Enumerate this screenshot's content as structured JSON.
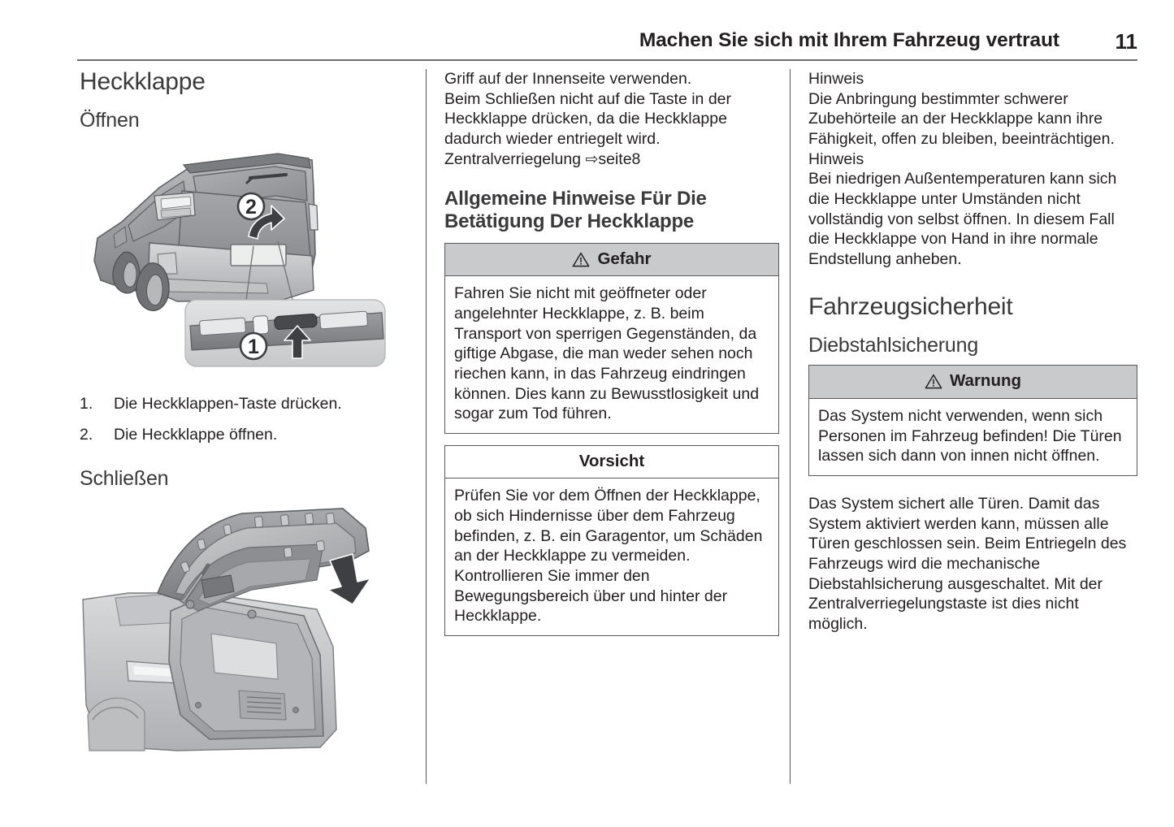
{
  "header": {
    "title": "Machen Sie sich mit Ihrem Fahrzeug vertraut",
    "page_number": "11"
  },
  "left_column": {
    "section_title": "Heckklappe",
    "open_heading": "Öffnen",
    "figure_open": {
      "name": "rear-tailgate-button-illustration",
      "callout_1": "1",
      "callout_2": "2"
    },
    "steps": [
      {
        "num": "1.",
        "text": "Die Heckklappen-Taste drücken."
      },
      {
        "num": "2.",
        "text": "Die Heckklappe öffnen."
      }
    ],
    "close_heading": "Schließen",
    "figure_close": {
      "name": "open-tailgate-closing-illustration"
    }
  },
  "middle_column": {
    "intro_lines": [
      "Griff auf der Innenseite verwenden.",
      "Beim Schließen nicht auf die Taste in der",
      "Heckklappe drücken, da die Heckklappe",
      "dadurch wieder entriegelt wird."
    ],
    "cross_reference": {
      "label": "Zentralverriegelung",
      "arrow": "⇨",
      "target": "seite8"
    },
    "heading": "Allgemeine Hinweise Für Die Betätigung Der Heckklappe",
    "danger_box": {
      "title": "Gefahr",
      "has_warning_triangle": true,
      "shaded_header": true,
      "body": "Fahren Sie nicht mit geöffneter oder angelehnter Heckklappe, z. B. beim Transport von sperrigen Gegenständen, da giftige Abgase, die man weder sehen noch riechen kann, in das Fahrzeug eindringen können. Dies kann zu Bewusstlosigkeit und sogar zum Tod führen."
    },
    "caution_box": {
      "title": "Vorsicht",
      "has_warning_triangle": false,
      "shaded_header": false,
      "body": "Prüfen Sie vor dem Öffnen der Heckklappe, ob sich Hindernisse über dem Fahrzeug befinden, z. B. ein Garagentor, um Schäden an der Heckklappe zu vermeiden. Kontrollieren Sie immer den Bewegungsbereich über und hinter der Heckklappe."
    }
  },
  "right_column": {
    "note_1": {
      "label": "Hinweis",
      "body": "Die Anbringung bestimmter schwerer Zubehörteile an der Heckklappe kann ihre Fähigkeit, offen zu bleiben, beeinträchtigen."
    },
    "note_2": {
      "label": "Hinweis",
      "body": "Bei niedrigen Außentemperaturen kann sich die Heckklappe unter Umständen nicht vollständig von selbst öffnen. In diesem Fall die Heckklappe von Hand in ihre normale Endstellung anheben."
    },
    "section_title": "Fahrzeugsicherheit",
    "sub_heading": "Diebstahlsicherung",
    "warning_box": {
      "title": "Warnung",
      "has_warning_triangle": true,
      "shaded_header": true,
      "body": "Das System nicht verwenden, wenn sich Personen im Fahrzeug befinden! Die Türen lassen sich dann von innen nicht öffnen."
    },
    "closing_text": "Das System sichert alle Türen. Damit das System aktiviert werden kann, müssen alle Türen geschlossen sein. Beim Entriegeln des Fahrzeugs wird die mechanische Diebstahlsicherung ausgeschaltet. Mit der Zentralverriegelungstaste ist dies nicht möglich."
  },
  "colors": {
    "text": "#231f20",
    "heading": "#3a3a3c",
    "rule": "#58595b",
    "shaded_header": "#c9cacc"
  }
}
